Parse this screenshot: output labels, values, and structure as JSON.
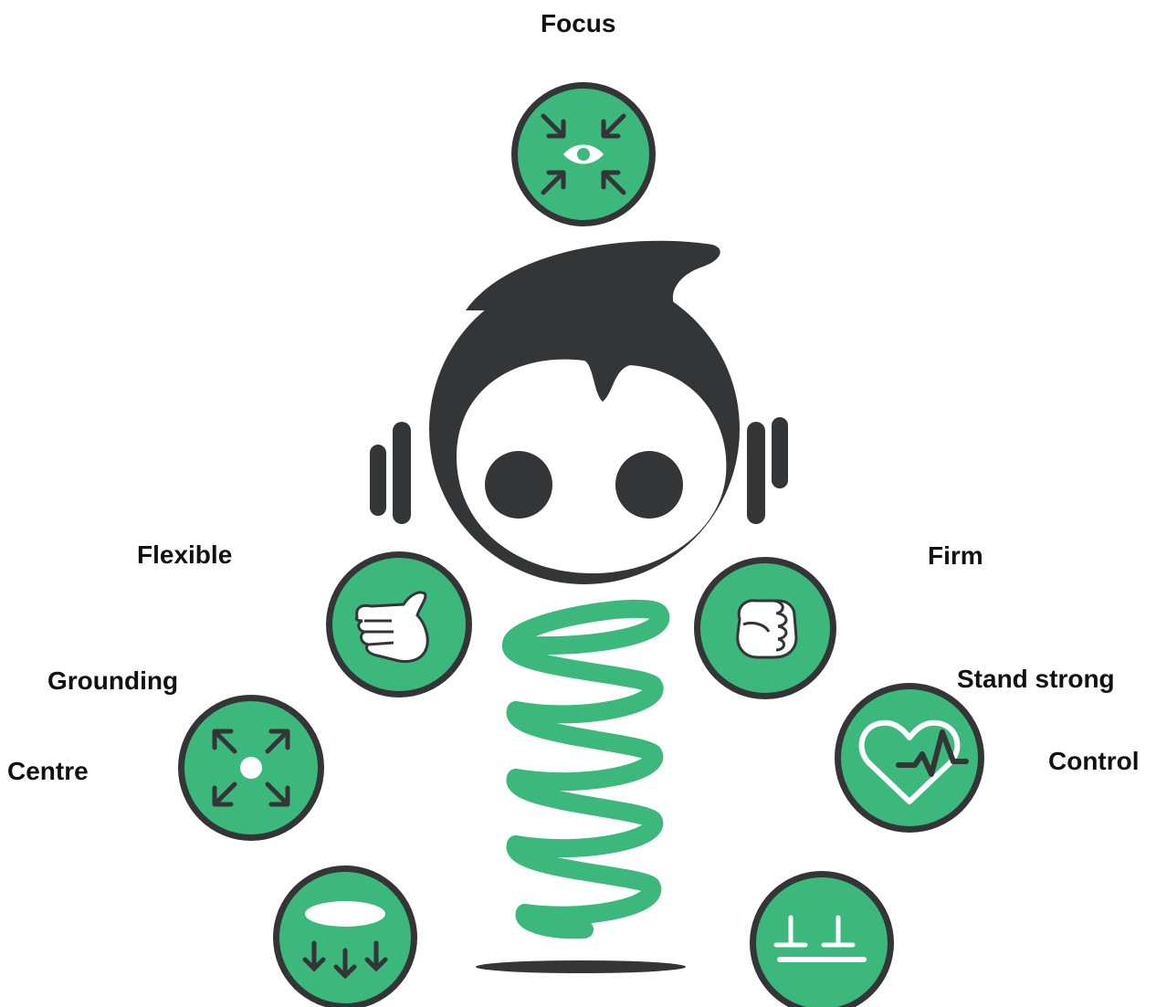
{
  "labels": {
    "focus": "Focus",
    "flexible": "Flexible",
    "firm": "Firm",
    "centre": "Centre",
    "control": "Control",
    "grounding": "Grounding",
    "stand_strong": "Stand strong"
  },
  "colors": {
    "green": "#3db87d",
    "dark": "#343536",
    "white": "#ffffff"
  },
  "icons": {
    "focus": "eye-with-inward-arrows-icon",
    "flexible": "open-hand-icon",
    "firm": "fist-icon",
    "centre": "dot-with-outward-arrows-icon",
    "control": "heart-pulse-icon",
    "grounding": "ring-with-down-arrows-icon",
    "stand_strong": "stand-marks-on-ground-icon"
  }
}
